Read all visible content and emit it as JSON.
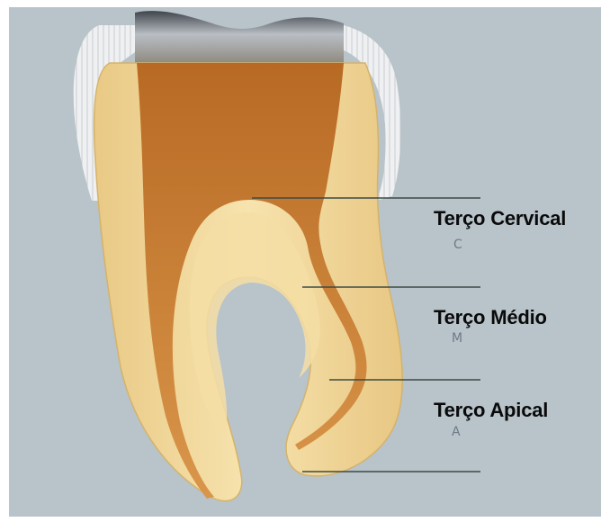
{
  "regions": {
    "cervical_label": "Terço Cervical",
    "medio_label": "Terço Médio",
    "apical_label": "Terço Apical"
  },
  "painted_letters": {
    "cervical": "C",
    "medio": "M",
    "apical": "A"
  },
  "colors": {
    "background": "#b8c3ca",
    "dentin": "#efd79a",
    "pulp": "#c97e30",
    "enamel": "#e9ecee",
    "crown_dark": "#5e6470"
  }
}
